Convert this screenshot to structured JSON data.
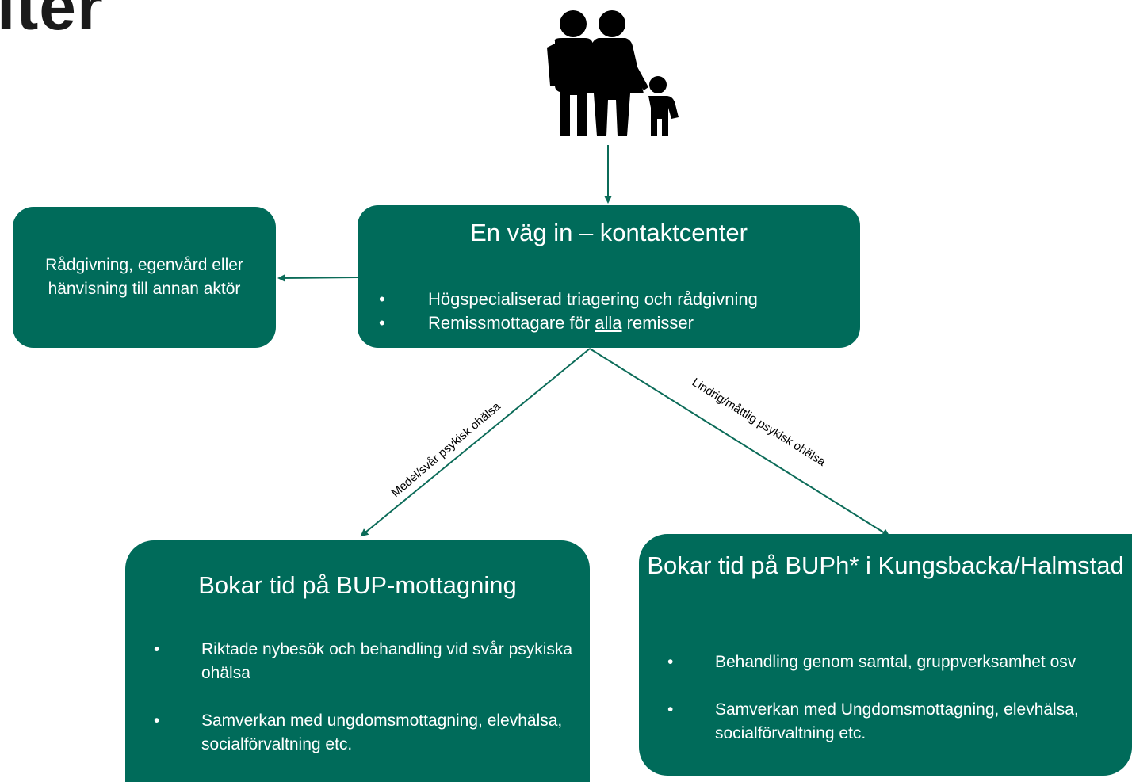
{
  "title_fragment": "iter",
  "icon": "family-icon",
  "colors": {
    "box": "#006b5a",
    "arrow": "#0b6b58",
    "text": "#ffffff"
  },
  "left_box": {
    "text": "Rådgivning, egenvård eller hänvisning till annan aktör"
  },
  "center_box": {
    "title": "En väg in – kontaktcenter",
    "bullet_1": "Högspecialiserad triagering och rådgivning",
    "bullet_2_before": "Remissmottagare för ",
    "bullet_2_underlined": "alla",
    "bullet_2_after": " remisser"
  },
  "edges": {
    "left_label": "Medel/svår psykisk ohälsa",
    "right_label": "Lindrig/måttlig psykisk ohälsa"
  },
  "bottom_left_box": {
    "title": "Bokar tid på BUP-mottagning",
    "bullets": [
      "Riktade nybesök och behandling vid svår psykiska ohälsa",
      "Samverkan med ungdomsmottagning, elevhälsa, socialförvaltning etc."
    ]
  },
  "bottom_right_box": {
    "title": "Bokar tid på BUPh* i Kungsbacka/Halmstad",
    "bullets": [
      "Behandling genom samtal, gruppverksamhet osv",
      "Samverkan med Ungdomsmottagning, elevhälsa, socialförvaltning etc."
    ]
  },
  "bullet_char": "•"
}
